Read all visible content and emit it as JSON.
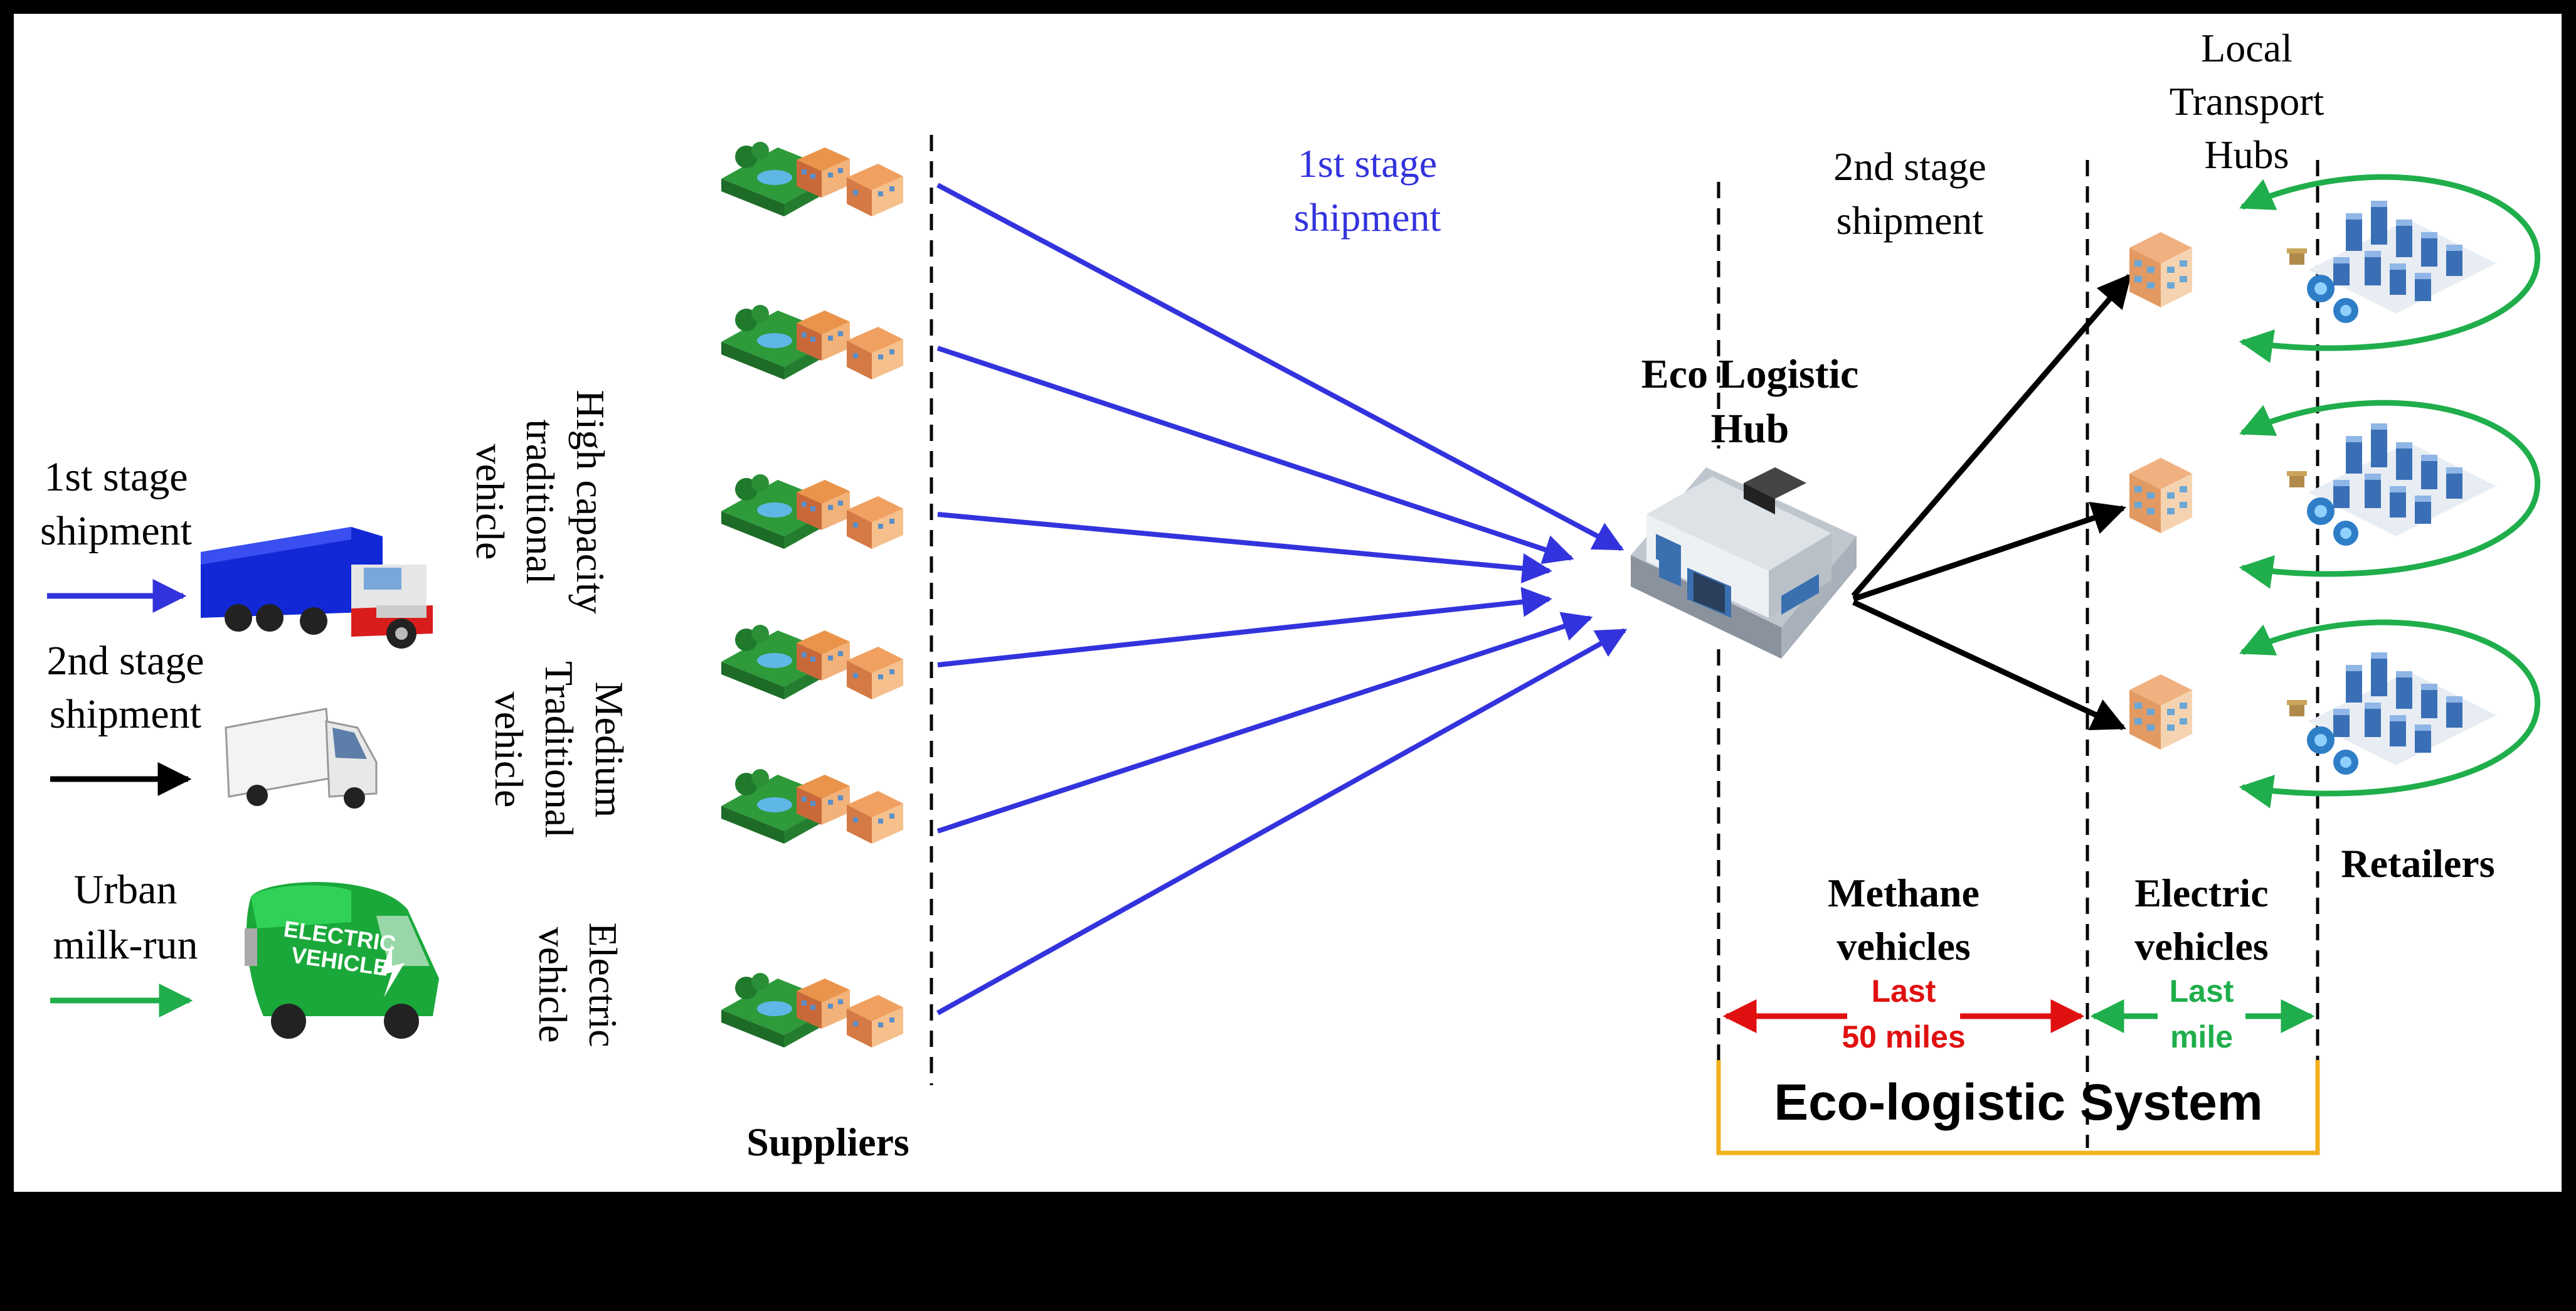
{
  "legend": {
    "first_stage_line1": "1st stage",
    "first_stage_line2": "shipment",
    "second_stage_line1": "2nd stage",
    "second_stage_line2": "shipment",
    "urban_line1": "Urban",
    "urban_line2": "milk-run",
    "ev_van_text_line1": "ELECTRIC",
    "ev_van_text_line2": "VEHICLE"
  },
  "vehicle_labels": {
    "high_capacity": [
      "High capacity",
      "traditional",
      "vehicle"
    ],
    "medium": [
      "Medium",
      "Traditional",
      "vehicle"
    ],
    "electric": [
      "Electric",
      "vehicle"
    ]
  },
  "labels": {
    "suppliers": "Suppliers",
    "first_stage_line1": "1st stage",
    "first_stage_line2": "shipment",
    "second_stage_line1": "2nd stage",
    "second_stage_line2": "shipment",
    "hub_line1": "Eco Logistic",
    "hub_line2": "Hub",
    "local_line1": "Local",
    "local_line2": "Transport",
    "local_line3": "Hubs",
    "retailers": "Retailers",
    "methane_line1": "Methane",
    "methane_line2": "vehicles",
    "electric_line1": "Electric",
    "electric_line2": "vehicles",
    "last50_line1": "Last",
    "last50_line2": "50 miles",
    "lastmile_line1": "Last",
    "lastmile_line2": "mile",
    "system": "Eco-logistic System"
  },
  "colors": {
    "first_stage": "#3333dd",
    "second_stage": "#000000",
    "urban": "#1fae4b",
    "last50": "#e01010",
    "bracket": "#f2b01e"
  }
}
